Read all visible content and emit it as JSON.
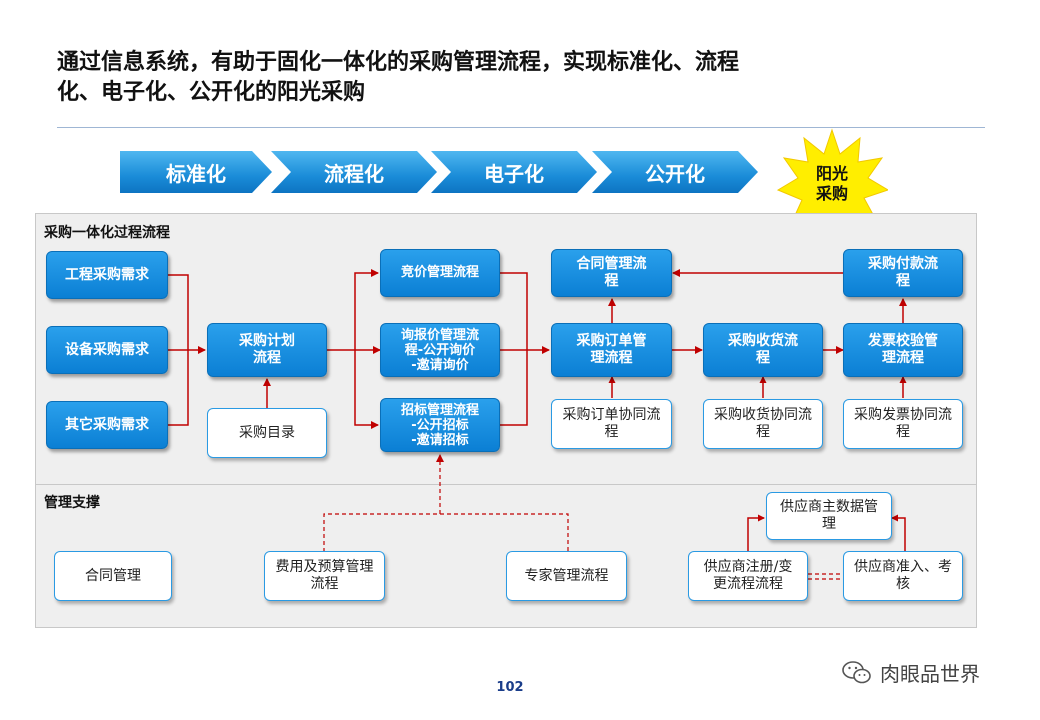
{
  "title": {
    "line1": "通过信息系统，有助于固化一体化的采购管理流程，实现标准化、流程",
    "line2": "化、电子化、公开化的阳光采购"
  },
  "chevrons": [
    "标准化",
    "流程化",
    "电子化",
    "公开化"
  ],
  "star": {
    "line1": "阳光",
    "line2": "采购"
  },
  "sections": {
    "process": "采购一体化过程流程",
    "support": "管理支撑"
  },
  "process": {
    "demand_engineering": "工程采购需求",
    "demand_equipment": "设备采购需求",
    "demand_other": "其它采购需求",
    "plan": {
      "line1": "采购计划",
      "line2": "流程"
    },
    "catalog": "采购目录",
    "bidding": "竞价管理流程",
    "inquiry": {
      "line1": "询报价管理流",
      "line2": "程-公开询价",
      "line3": "-邀请询价"
    },
    "tender": {
      "line1": "招标管理流程",
      "line2": "-公开招标",
      "line3": "-邀请招标"
    },
    "contract": {
      "line1": "合同管理流",
      "line2": "程"
    },
    "order": {
      "line1": "采购订单管",
      "line2": "理流程"
    },
    "receipt": {
      "line1": "采购收货流",
      "line2": "程"
    },
    "invoice": {
      "line1": "发票校验管",
      "line2": "理流程"
    },
    "payment": {
      "line1": "采购付款流",
      "line2": "程"
    },
    "order_collab": {
      "line1": "采购订单协同流",
      "line2": "程"
    },
    "receipt_collab": {
      "line1": "采购收货协同流",
      "line2": "程"
    },
    "invoice_collab": {
      "line1": "采购发票协同流",
      "line2": "程"
    }
  },
  "support": {
    "contract_mgmt": "合同管理",
    "budget": {
      "line1": "费用及预算管理",
      "line2": "流程"
    },
    "expert": "专家管理流程",
    "supplier_master": {
      "line1": "供应商主数据管",
      "line2": "理"
    },
    "supplier_register": {
      "line1": "供应商注册/变",
      "line2": "更流程流程"
    },
    "supplier_access": {
      "line1": "供应商准入、考",
      "line2": "核"
    }
  },
  "page_number": "102",
  "watermark": "肉眼品世界",
  "colors": {
    "accent_blue": "#1a8cd8",
    "arrow_red": "#c00000",
    "star_yellow": "#ffee00"
  }
}
